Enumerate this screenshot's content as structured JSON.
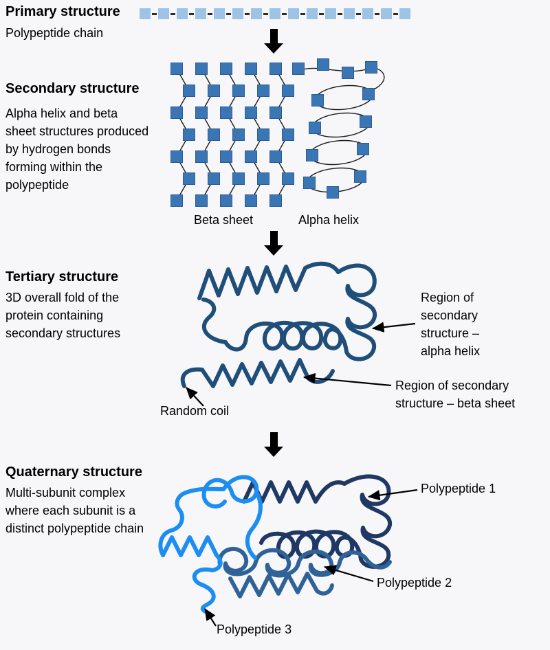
{
  "colors": {
    "background": "#f7f7f9",
    "primary_square": "#9dc3e6",
    "secondary_square": "#3a76b4",
    "secondary_square_border": "#2c5d91",
    "tertiary_stroke": "#1f4e79",
    "polypeptide1_color": "#1f3864",
    "polypeptide2_color": "#2f6398",
    "polypeptide3_color": "#1c8ef2",
    "connector": "#1a1a1a",
    "arrow": "#000000"
  },
  "primary": {
    "title": "Primary structure",
    "caption": "Polypeptide chain",
    "chain_square_count": 15
  },
  "secondary": {
    "title": "Secondary structure",
    "description": "Alpha helix and beta sheet structures produced by hydrogen bonds forming within the polypeptide",
    "beta_sheet_label": "Beta sheet",
    "alpha_helix_label": "Alpha helix",
    "beta_sheet": {
      "columns": 5,
      "rows": 7
    }
  },
  "tertiary": {
    "title": "Tertiary structure",
    "description": "3D overall fold of the protein containing secondary structures",
    "annotation_alpha": "Region of secondary structure – alpha helix",
    "annotation_beta": "Region of secondary structure – beta sheet",
    "annotation_random_coil": "Random coil"
  },
  "quaternary": {
    "title": "Quaternary structure",
    "description": "Multi-subunit complex where each subunit is a distinct polypeptide chain",
    "labels": {
      "polypeptide1": "Polypeptide 1",
      "polypeptide2": "Polypeptide 2",
      "polypeptide3": "Polypeptide 3"
    }
  }
}
